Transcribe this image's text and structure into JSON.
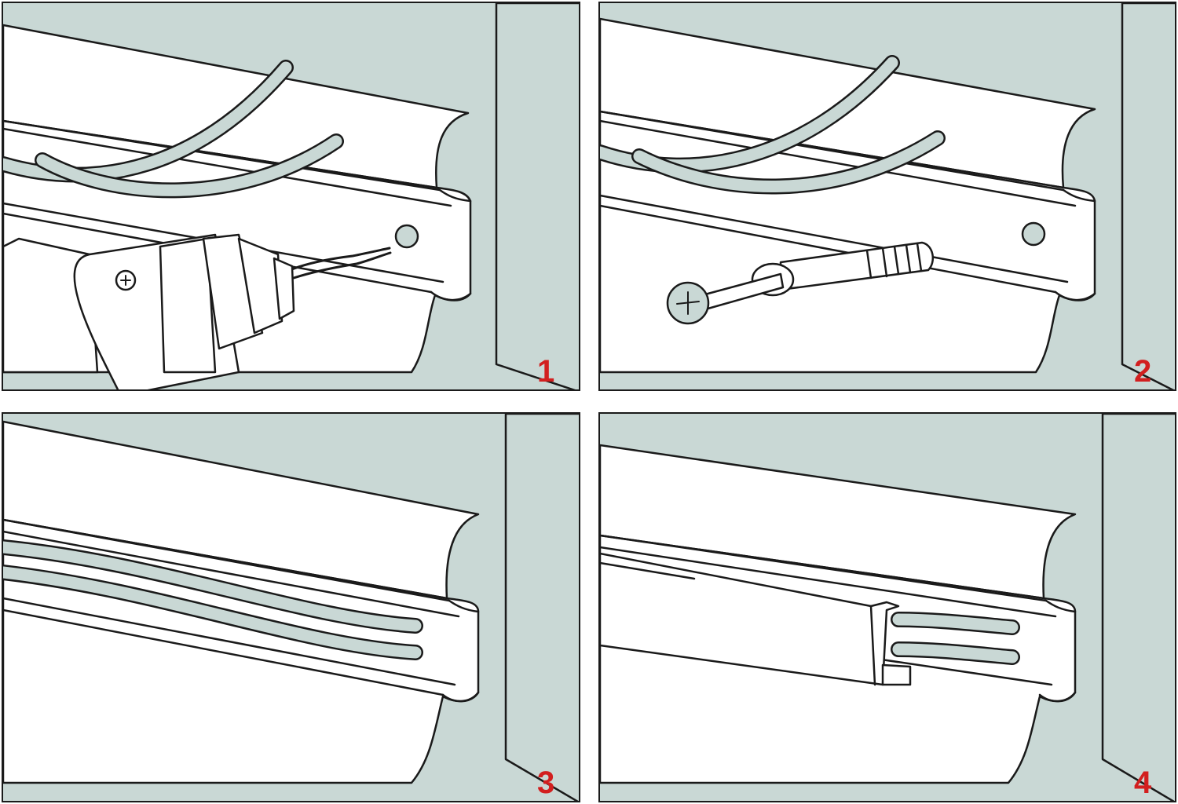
{
  "colors": {
    "wall": "#c9d8d5",
    "skirting": "#ffffff",
    "outline": "#1a1a1a",
    "cable": "#c9d8d5",
    "step_number": "#d21f1f"
  },
  "panels": [
    {
      "step": "1",
      "action": "drill-hole",
      "icons": [
        "drill-icon",
        "drill-bit-icon",
        "wall-plug-hole-icon"
      ]
    },
    {
      "step": "2",
      "action": "insert-screw",
      "icons": [
        "screw-icon",
        "wall-plug-icon",
        "wall-plug-hole-icon"
      ]
    },
    {
      "step": "3",
      "action": "lay-cables",
      "icons": [
        "cable-icon"
      ]
    },
    {
      "step": "4",
      "action": "attach-cover",
      "icons": [
        "cover-strip-icon",
        "cable-icon"
      ]
    }
  ]
}
